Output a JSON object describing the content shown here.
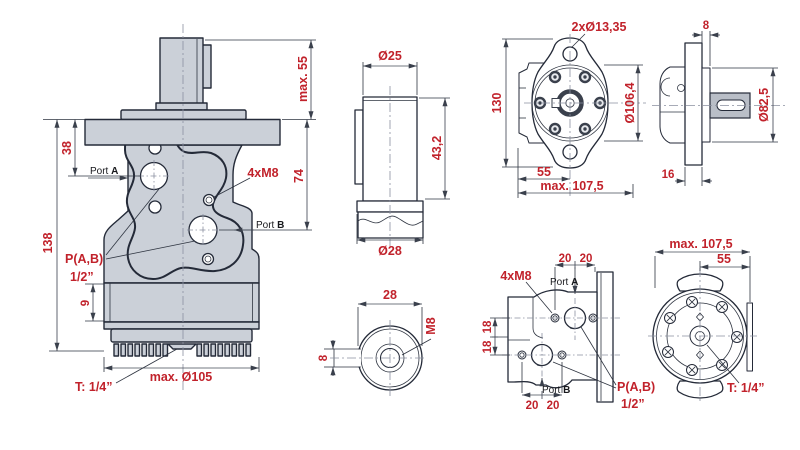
{
  "colors": {
    "dimension_red": "#c1222b",
    "label_black": "#17181c",
    "body_fill_gray": "#cbd0d8",
    "outline_dark": "#242a38",
    "shaft_fill_gray": "#b9bec7",
    "background": "#ffffff"
  },
  "front_view": {
    "dim_shaft_height": "max. 55",
    "dim_flange_to_port_a": "38",
    "dim_flange_to_port_b": "74",
    "dim_total_height": "138",
    "dim_step": "9",
    "dim_body_diameter": "max. Ø105",
    "drain_thread": "T: 1/4”",
    "bolt_callout": "4xM8",
    "port_thread_line1": "P(A,B)",
    "port_thread_line2": "1/2”",
    "port_a_word": "Port ",
    "port_a_letter": "A",
    "port_b_word": "Port ",
    "port_b_letter": "B"
  },
  "shaft_detail": {
    "dim_diameter": "Ø25",
    "dim_length": "43,2",
    "dim_base_diameter": "Ø28"
  },
  "shaft_end_view": {
    "dim_across": "28",
    "dim_keyway": "8",
    "thread": "M8"
  },
  "flange_front_view": {
    "mount_holes": "2xØ13,35",
    "dim_height": "130",
    "dim_bolt_circle": "Ø106,4",
    "dim_center_offset": "55",
    "dim_width": "max. 107,5"
  },
  "flange_side_view": {
    "dim_hub_width": "8",
    "dim_pilot_diameter": "Ø82,5",
    "dim_flange_thickness": "16"
  },
  "port_face_view": {
    "dim_top_1": "20",
    "dim_top_2": "20",
    "bolt_callout": "4xM8",
    "port_a_word": "Port ",
    "port_a_letter": "A",
    "dim_side_1": "18",
    "dim_side_2": "18",
    "port_b_word": "Port ",
    "port_b_letter": "B",
    "dim_bottom_1": "20",
    "dim_bottom_2": "20",
    "port_thread_line1": "P(A,B)",
    "port_thread_line2": "1/2”"
  },
  "rear_view": {
    "dim_width": "max. 107,5",
    "dim_center_offset": "55",
    "drain_thread": "T: 1/4”"
  }
}
